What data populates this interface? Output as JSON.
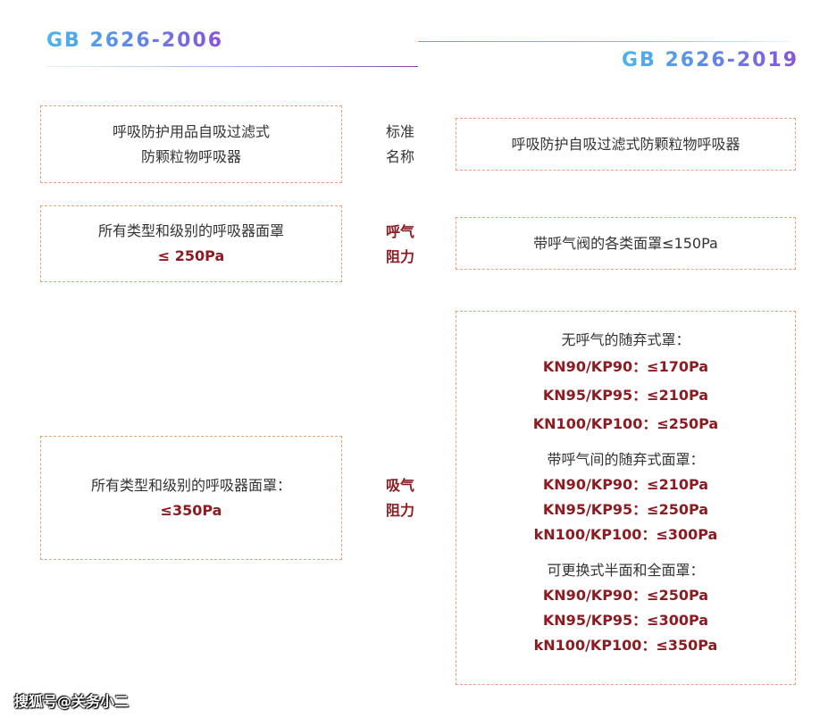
{
  "header": {
    "left_title": "GB 2626-2006",
    "right_title": "GB 2626-2019"
  },
  "row_standard_name": {
    "label_line1": "标准",
    "label_line2": "名称",
    "left_line1": "呼吸防护用品自吸过滤式",
    "left_line2": "防颗粒物呼吸器",
    "right_text": "呼吸防护自吸过滤式防颗粒物呼吸器"
  },
  "row_exhale": {
    "label_line1": "呼气",
    "label_line2": "阻力",
    "left_line1": "所有类型和级别的呼吸器面罩",
    "left_line2": "≤ 250Pa",
    "right_text": "带呼气阀的各类面罩≤150Pa"
  },
  "row_inhale": {
    "label_line1": "吸气",
    "label_line2": "阻力",
    "left_line1": "所有类型和级别的呼吸器面罩：",
    "left_line2": "≤350Pa",
    "groups": [
      {
        "title": "无呼气的随弃式罩：",
        "items": [
          "KN90/KP90：≤170Pa",
          "KN95/KP95：≤210Pa",
          "KN100/KP100：≤250Pa"
        ]
      },
      {
        "title": "带呼气间的随弃式面罩：",
        "items": [
          "KN90/KP90：≤210Pa",
          "KN95/KP95：≤250Pa",
          "kN100/KP100：≤300Pa"
        ]
      },
      {
        "title": "可更换式半面和全面罩：",
        "items": [
          "KN90/KP90：≤250Pa",
          "KN95/KP95：≤300Pa",
          "kN100/KP100：≤350Pa"
        ]
      }
    ]
  },
  "watermark": "搜狐号@关务小二"
}
